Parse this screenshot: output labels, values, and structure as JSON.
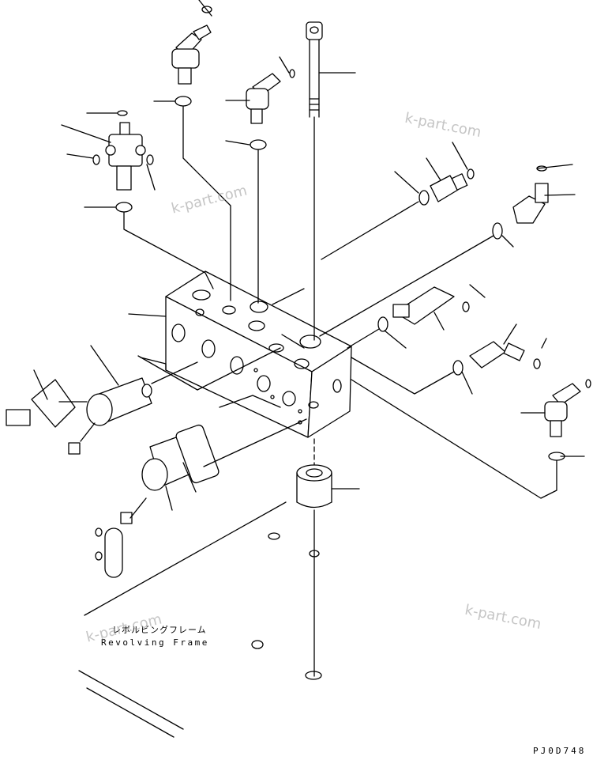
{
  "labels": {
    "frame_jp": "レボルビングフレーム",
    "frame_en": "Revolving Frame",
    "drawing_code": "PJ0D748"
  },
  "watermark": {
    "text": "k-part.com"
  },
  "colors": {
    "line": "#000000",
    "watermark": "#969696",
    "background": "#ffffff"
  }
}
